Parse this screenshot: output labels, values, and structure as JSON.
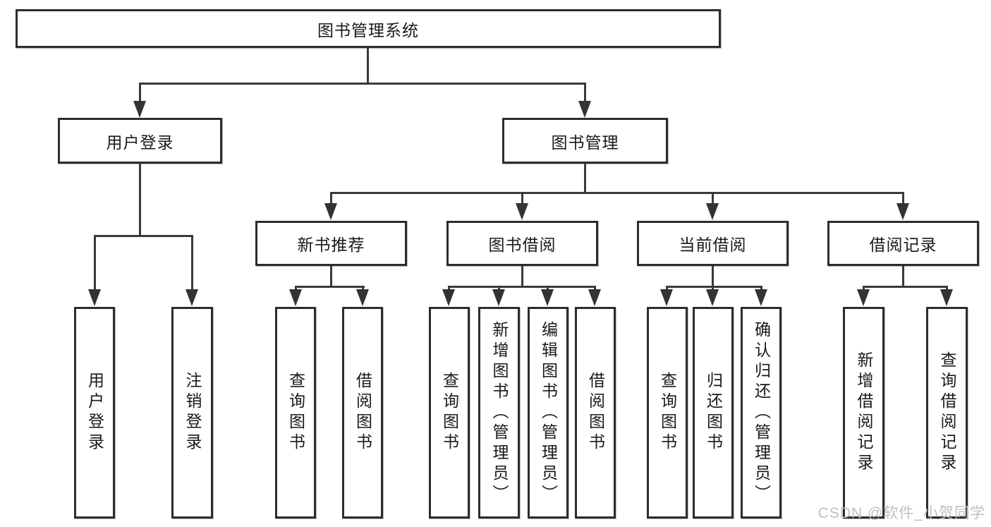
{
  "tree": {
    "root": {
      "label": "图书管理系统",
      "children": [
        {
          "label": "用户登录",
          "children": [
            {
              "label": "用户登录"
            },
            {
              "label": "注销登录"
            }
          ]
        },
        {
          "label": "图书管理",
          "children": [
            {
              "label": "新书推荐",
              "children": [
                {
                  "label": "查询图书"
                },
                {
                  "label": "借阅图书"
                }
              ]
            },
            {
              "label": "图书借阅",
              "children": [
                {
                  "label": "查询图书"
                },
                {
                  "label": "新增图书（管理员）"
                },
                {
                  "label": "编辑图书（管理员）"
                },
                {
                  "label": "借阅图书"
                }
              ]
            },
            {
              "label": "当前借阅",
              "children": [
                {
                  "label": "查询图书"
                },
                {
                  "label": "归还图书"
                },
                {
                  "label": "确认归还（管理员）"
                }
              ]
            },
            {
              "label": "借阅记录",
              "children": [
                {
                  "label": "新增借阅记录"
                },
                {
                  "label": "查询借阅记录"
                }
              ]
            }
          ]
        }
      ]
    }
  },
  "watermark": {
    "text": "CSDN @软件_小贺同学"
  },
  "colors": {
    "line": "#3a3a3a",
    "border": "#2d2d2d",
    "watermark": "#bfbfbf"
  }
}
